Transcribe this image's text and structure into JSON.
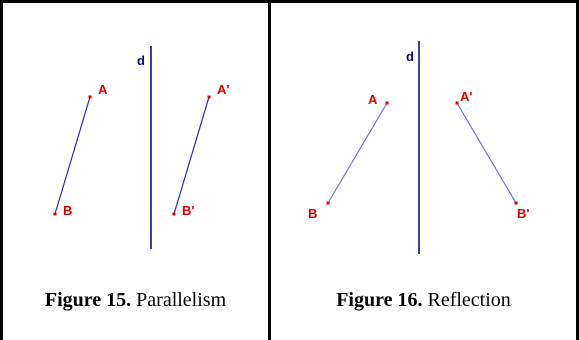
{
  "figures": [
    {
      "caption_bold": "Figure 15.",
      "caption_rest": " Parallelism",
      "axis_label": "d",
      "points": {
        "A": "A",
        "Ap": "A'",
        "B": "B",
        "Bp": "B'"
      }
    },
    {
      "caption_bold": "Figure 16.",
      "caption_rest": " Reflection",
      "axis_label": "d",
      "points": {
        "A": "A",
        "Ap": "A'",
        "B": "B",
        "Bp": "B'"
      }
    }
  ],
  "colors": {
    "axis": "#00007a",
    "segment_left": "#2b2bb0",
    "segment_right": "#7777cc",
    "point": "#e00000",
    "border": "#000000"
  }
}
